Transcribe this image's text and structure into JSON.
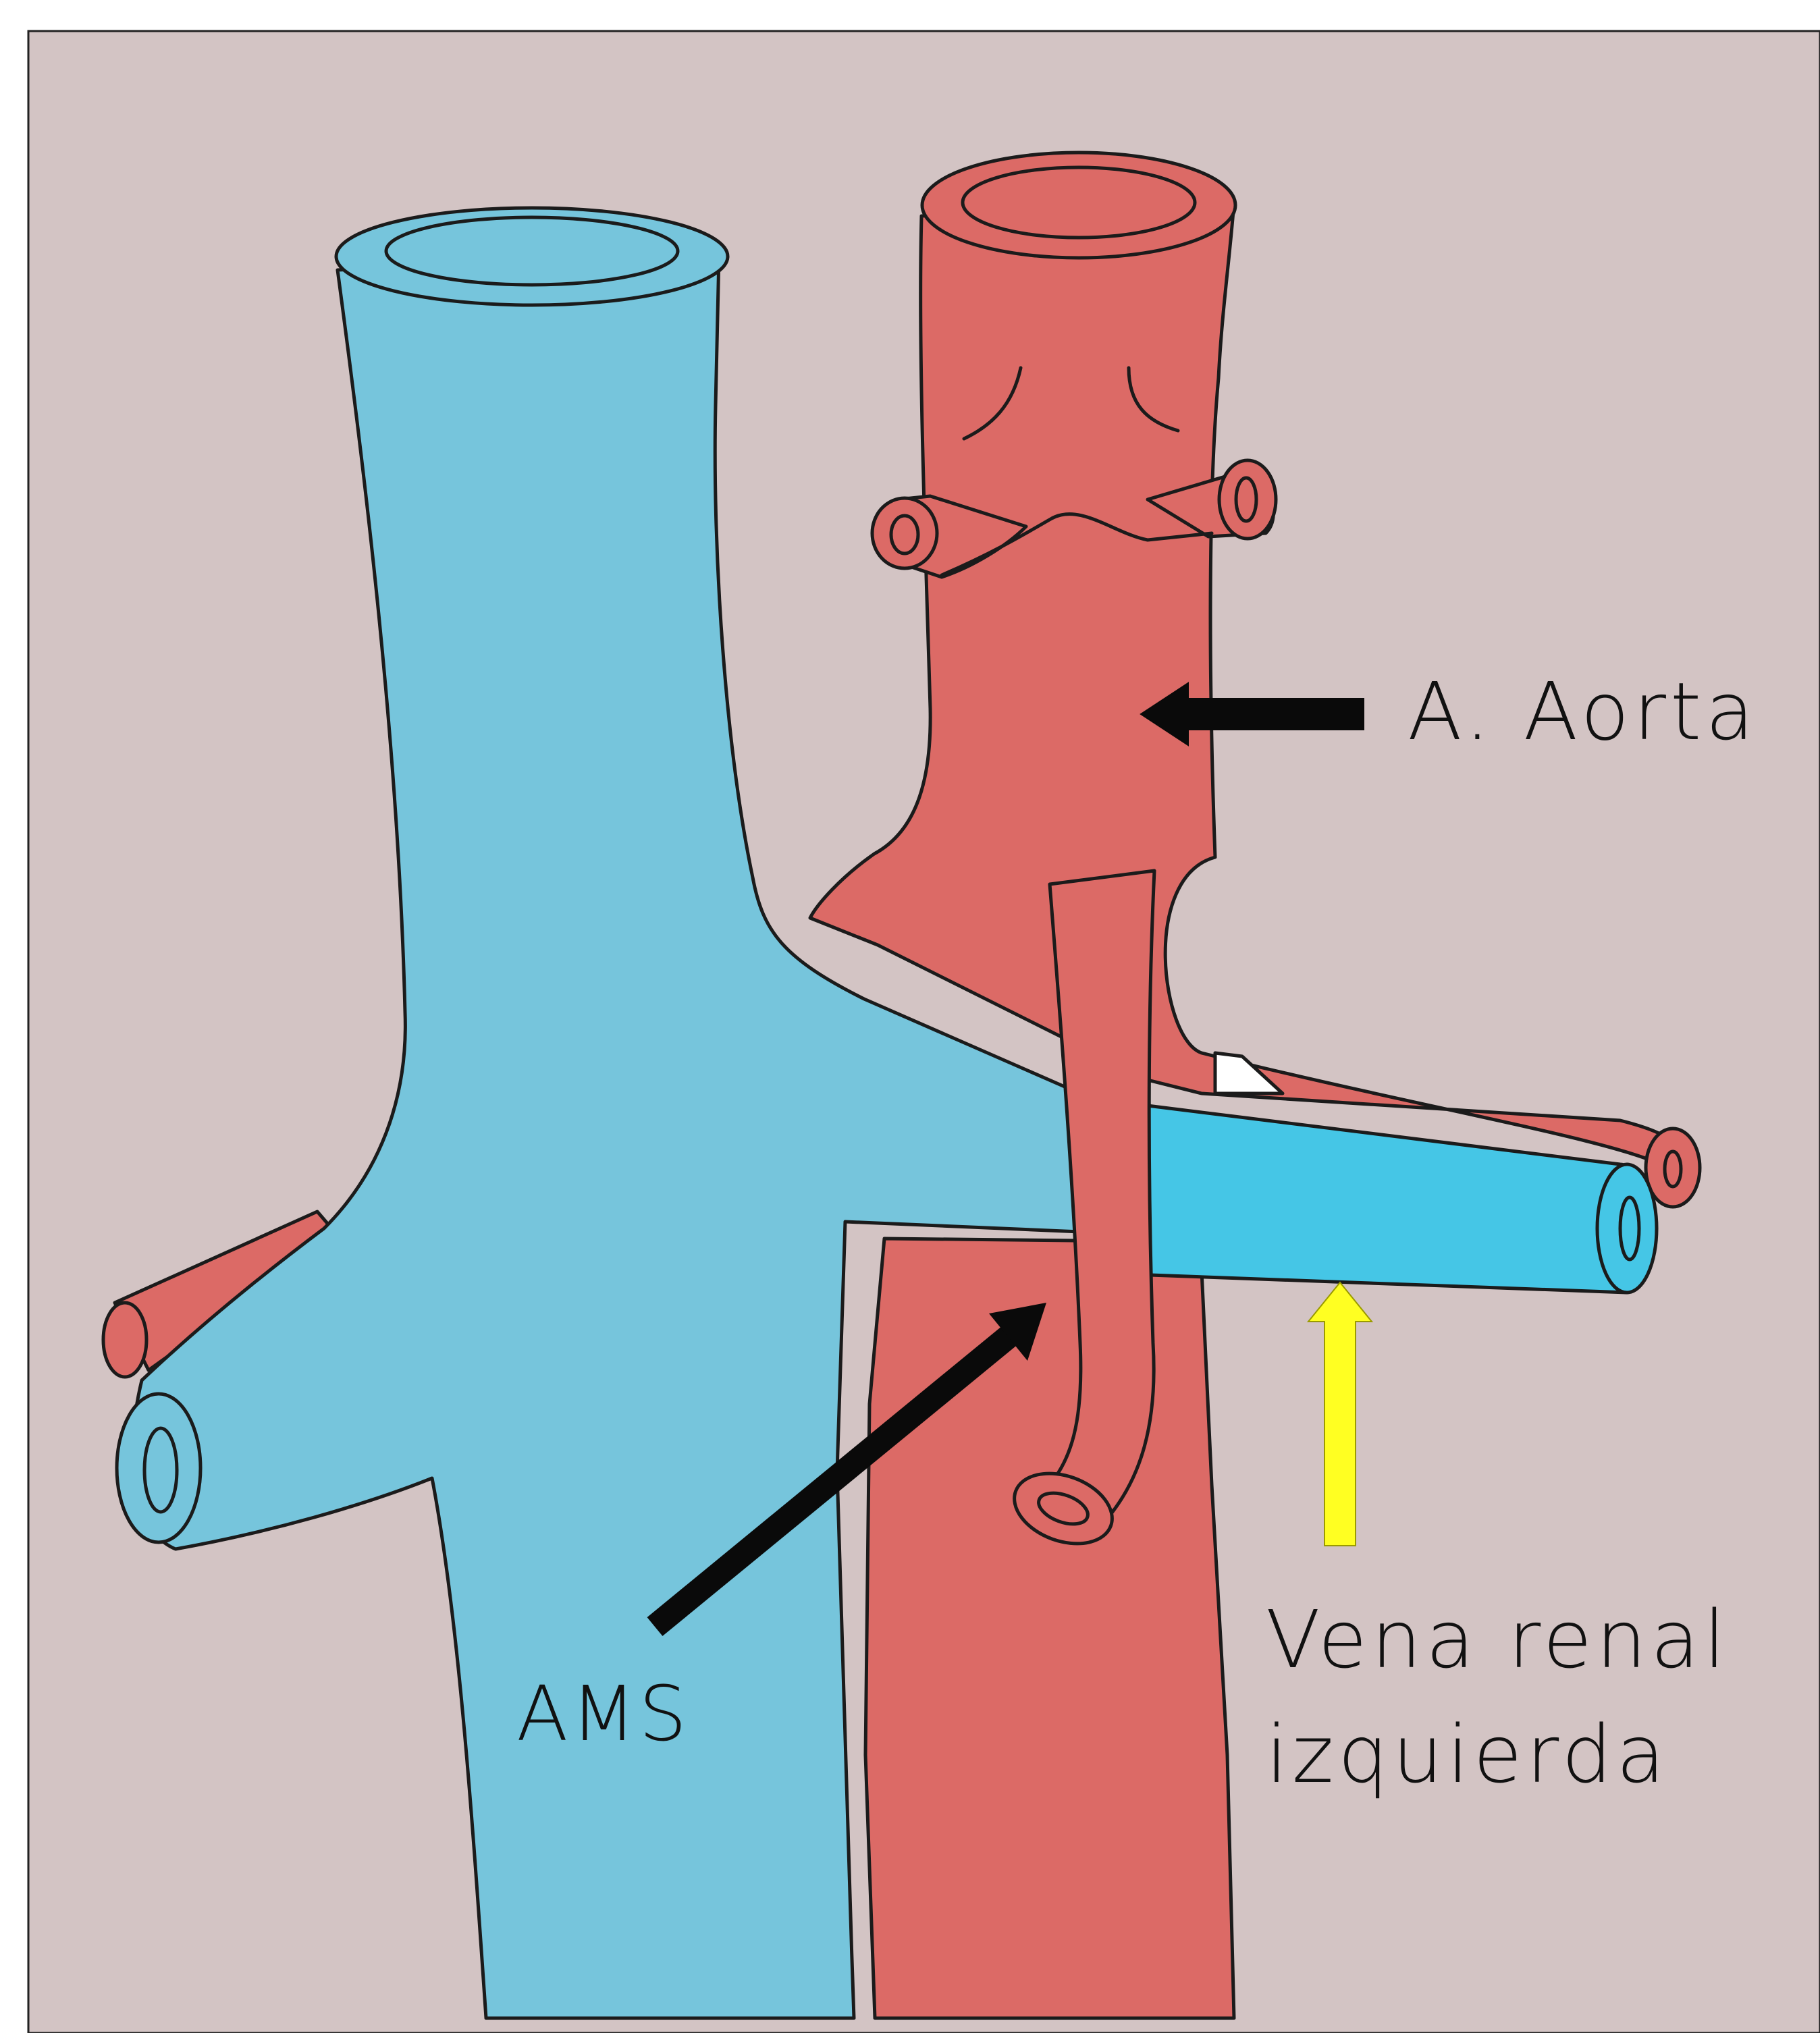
{
  "labels": {
    "aorta": "A. Aorta",
    "ams": "AMS",
    "renal_vein_line1": "Vena renal",
    "renal_vein_line2": "izquierda"
  },
  "colors": {
    "background": "#d3c4c4",
    "frame": "#222222",
    "vein": "#76c5dc",
    "vein_bright": "#45c6e6",
    "artery": "#dc6a66",
    "outline": "#1b1b1b",
    "arrow_black": "#0a0a0a",
    "arrow_yellow": "#ffff22"
  },
  "icons": {
    "aorta_pointer": "arrow-left-icon",
    "ams_pointer": "arrow-up-right-icon",
    "renal_vein_pointer": "arrow-up-icon"
  }
}
